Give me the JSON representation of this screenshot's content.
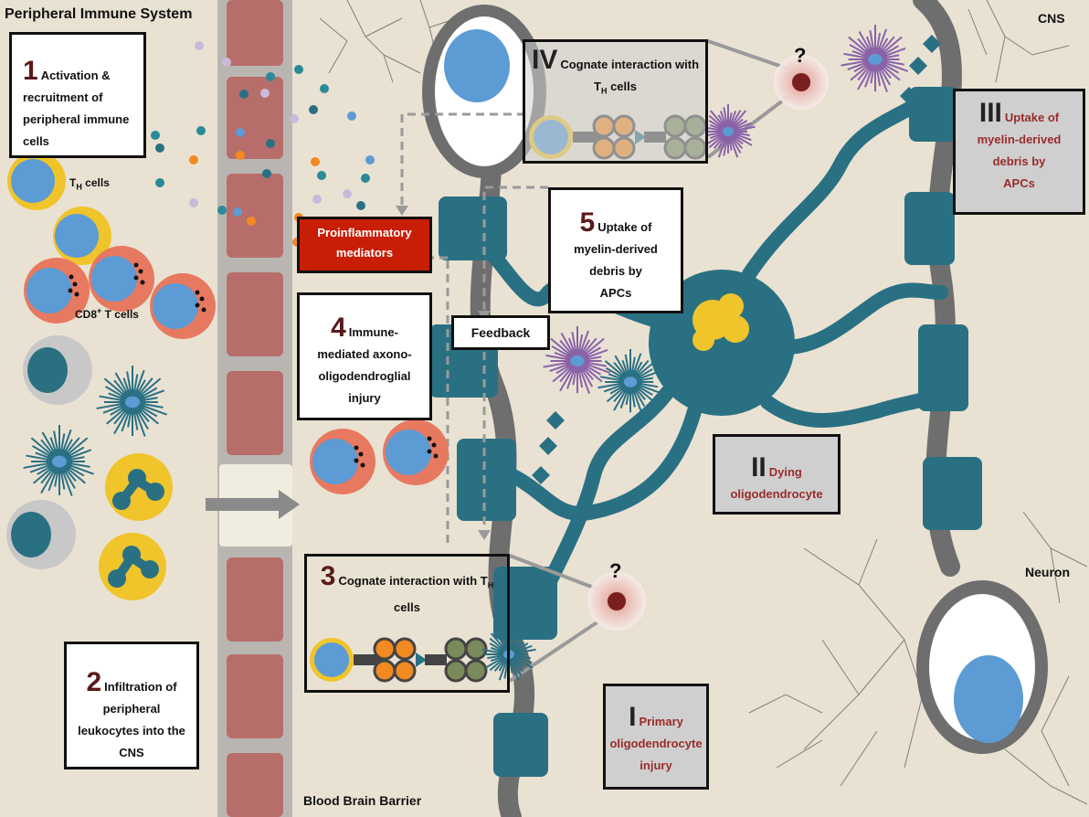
{
  "titles": {
    "peripheral": "Peripheral Immune System",
    "cns": "CNS",
    "bbb": "Blood Brain Barrier",
    "neuron": "Neuron"
  },
  "cell_labels": {
    "th_main": "T",
    "th_sub": "H",
    "th_rest": " cells",
    "cd8_main": "CD8",
    "cd8_sup": "+",
    "cd8_rest": " T cells"
  },
  "boxes": {
    "b1": {
      "num": "1",
      "line1": "Activation &",
      "line2": "recruitment of",
      "line3": "peripheral immune",
      "line4": "cells"
    },
    "b2": {
      "num": "2",
      "line1": "Infiltration of",
      "line2": "peripheral",
      "line3": "leukocytes into the",
      "line4": "CNS"
    },
    "b3": {
      "num": "3",
      "line1a": "Cognate interaction with T",
      "line1sub": "H",
      "line2": "cells"
    },
    "b4": {
      "num": "4",
      "line1": "Immune-",
      "line2": "mediated axono-",
      "line3": "oligodendroglial",
      "line4": "injury"
    },
    "b5": {
      "num": "5",
      "line1": "Uptake of",
      "line2": "myelin-derived",
      "line3": "debris by",
      "line4": "APCs"
    },
    "bI": {
      "num": "I",
      "line1": "Primary",
      "line2": "oligodendrocyte",
      "line3": "injury"
    },
    "bII": {
      "num": "II",
      "line1": "Dying",
      "line2": "oligodendrocyte"
    },
    "bIII": {
      "num": "III",
      "line1": "Uptake of",
      "line2": "myelin-derived",
      "line3": "debris by",
      "line4": "APCs"
    },
    "bIV": {
      "num": "IV",
      "line1": "Cognate interaction with",
      "line2a": "T",
      "line2sub": "H",
      "line2b": " cells"
    }
  },
  "proinflammatory": {
    "line1": "Proinflammatory",
    "line2": "mediators"
  },
  "feedback": "Feedback",
  "question_mark": "?",
  "colors": {
    "background": "#e9e2d3",
    "teal": "#2a7083",
    "vessel": "#b76e6a",
    "vessel_wall": "#b9b6b1",
    "yellow": "#f0c42b",
    "blue_nucleus": "#5c9bd4",
    "salmon": "#e77960",
    "purple": "#8a62a8",
    "red_box": "#c81e06",
    "orange": "#f18a20",
    "olive": "#7a8a5a",
    "axon": "#6e6e6e"
  }
}
